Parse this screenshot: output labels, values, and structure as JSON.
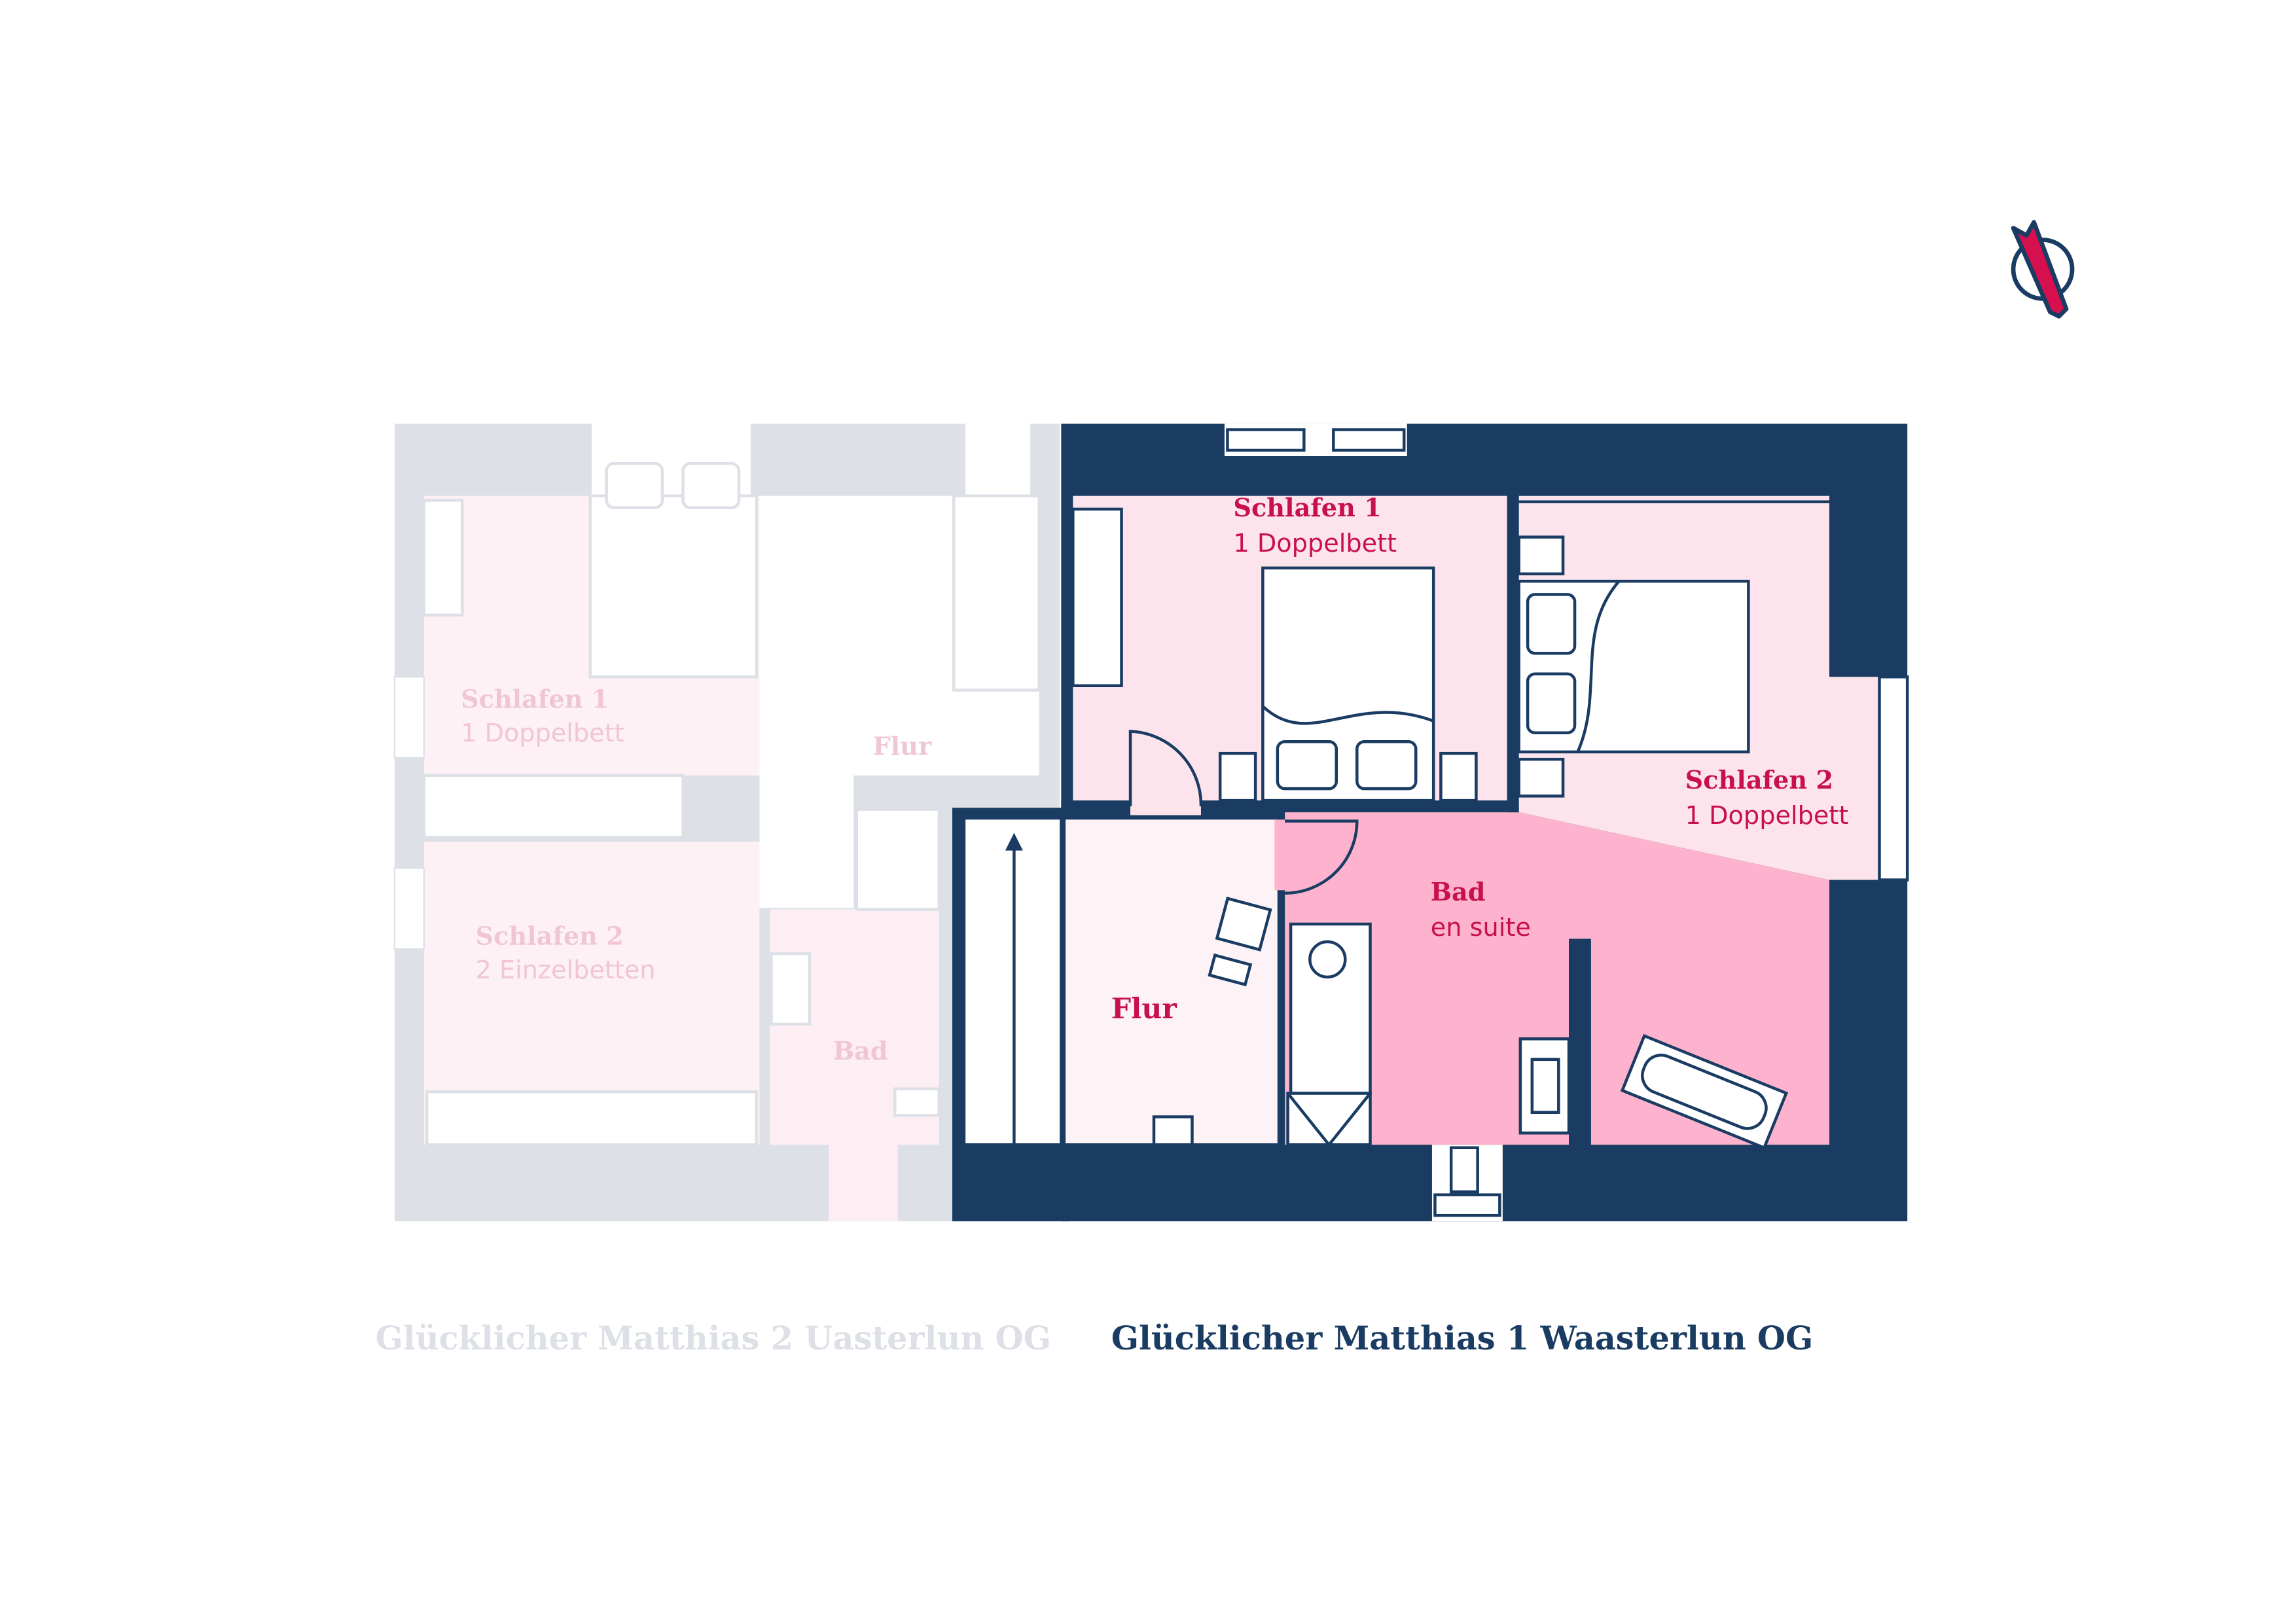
{
  "colors": {
    "wall": "#1a3c63",
    "accent": "#c8104e",
    "ghost_wall": "#dde1e7",
    "ghost_text": "#f0c6d4",
    "room_light": "#fde4ec",
    "room_bad": "#fdb3cd",
    "room_flur": "#fdf3f6"
  },
  "compass": {
    "icon": "north-arrow-icon"
  },
  "plan_left": {
    "title": "Glücklicher Matthias 2 Uasterlun OG",
    "rooms": [
      {
        "name": "Schlafen 1",
        "detail": "1 Doppelbett"
      },
      {
        "name": "Flur",
        "detail": ""
      },
      {
        "name": "Schlafen 2",
        "detail": "2 Einzelbetten"
      },
      {
        "name": "Bad",
        "detail": ""
      }
    ]
  },
  "plan_right": {
    "title": "Glücklicher Matthias 1 Waasterlun OG",
    "rooms": [
      {
        "name": "Schlafen 1",
        "detail": "1 Doppelbett"
      },
      {
        "name": "Schlafen 2",
        "detail": "1 Doppelbett"
      },
      {
        "name": "Bad",
        "detail": "en suite"
      },
      {
        "name": "Flur",
        "detail": ""
      }
    ]
  }
}
